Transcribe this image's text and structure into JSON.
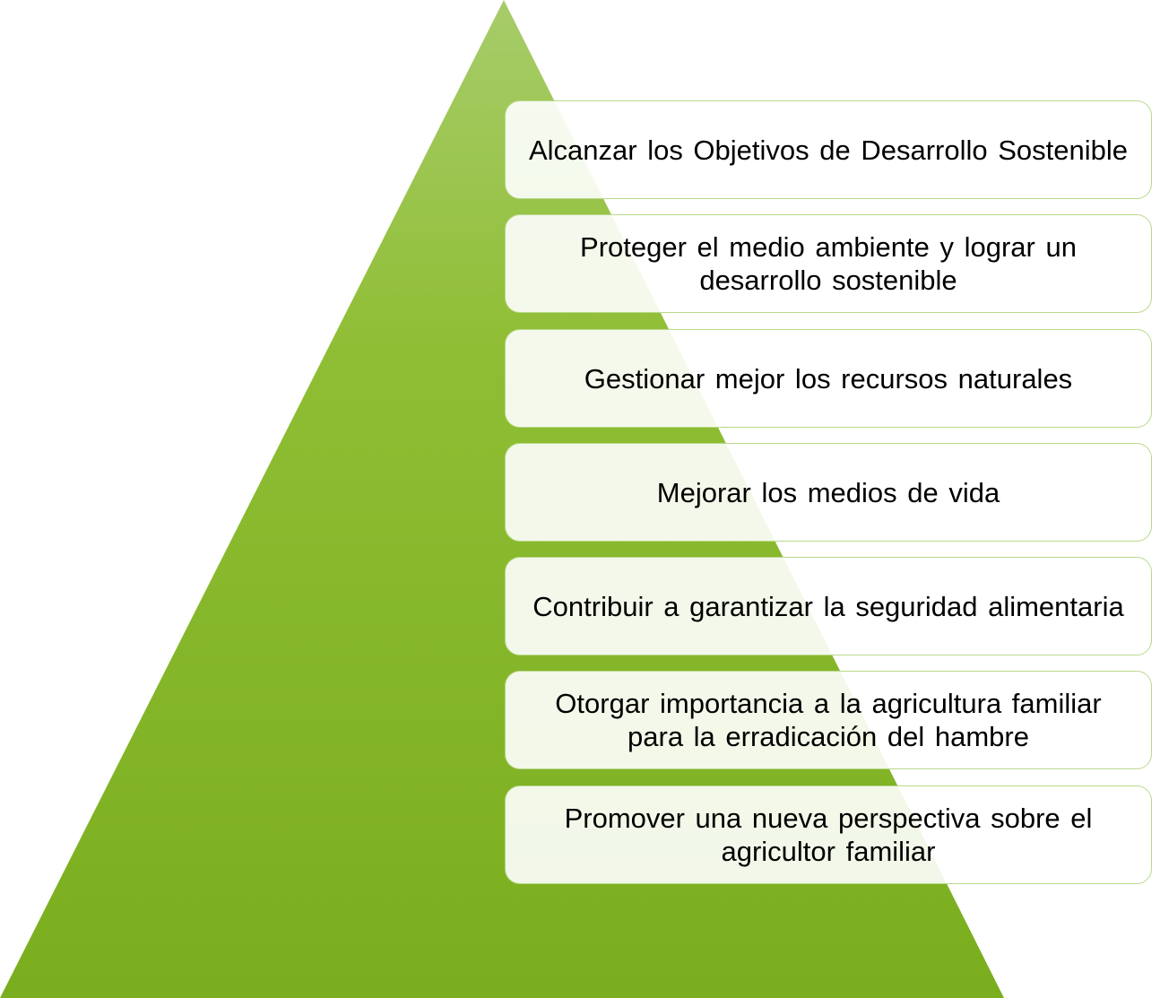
{
  "colors": {
    "pyramid_top": "#a7cc6a",
    "pyramid_bottom": "#7aae1e",
    "box_border": "#b9d98a",
    "box_fill": "#ffffff",
    "text": "#000000"
  },
  "levels": [
    {
      "label": "Alcanzar los Objetivos de Desarrollo Sostenible"
    },
    {
      "label": "Proteger el medio ambiente y lograr un desarrollo sostenible"
    },
    {
      "label": "Gestionar mejor los recursos naturales"
    },
    {
      "label": "Mejorar los medios de vida"
    },
    {
      "label": "Contribuir a garantizar la seguridad alimentaria"
    },
    {
      "label": "Otorgar importancia a la agricultura familiar para la erradicación del hambre"
    },
    {
      "label": "Promover una nueva perspectiva sobre el agricultor familiar"
    }
  ]
}
